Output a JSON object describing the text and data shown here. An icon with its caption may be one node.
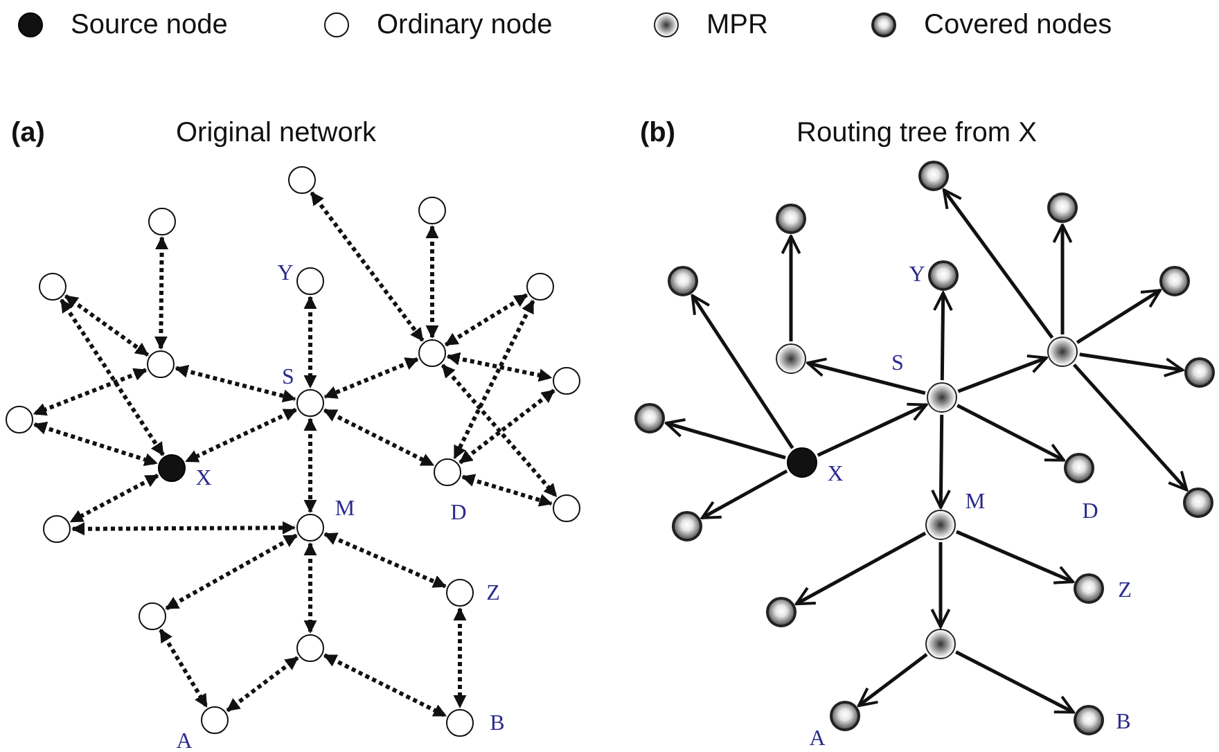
{
  "diagram": {
    "nodes": [
      {
        "text": [],
        "shape": "circle"
      },
      {
        "text": [],
        "shape": "circle"
      },
      {
        "text": [],
        "shape": "circle"
      },
      {
        "text": [],
        "shape": "circle",
        "beside": [
          "Y"
        ]
      },
      {
        "text": [],
        "shape": "circle"
      },
      {
        "text": [],
        "shape": "circle"
      },
      {
        "text": [],
        "shape": "circle"
      },
      {
        "text": [],
        "shape": "circle"
      },
      {
        "text": [],
        "shape": "circle",
        "beside": [
          "S"
        ]
      },
      {
        "text": [],
        "shape": "circle"
      },
      {
        "text": [],
        "shape": "circle"
      },
      {
        "text": [],
        "shape": "circle",
        "beside": [
          "X"
        ]
      },
      {
        "text": [],
        "shape": "circle",
        "beside": [
          "D"
        ]
      },
      {
        "text": [],
        "shape": "circle"
      },
      {
        "text": [],
        "shape": "circle",
        "beside": [
          "M"
        ]
      },
      {
        "text": [],
        "shape": "circle"
      },
      {
        "text": [],
        "shape": "circle",
        "beside": [
          "Z"
        ]
      },
      {
        "text": [],
        "shape": "circle"
      },
      {
        "text": [],
        "shape": "circle"
      },
      {
        "text": [],
        "shape": "circle",
        "beside": [
          "B"
        ]
      },
      {
        "text": [],
        "shape": "circle",
        "beside": [
          "A"
        ]
      },
      {
        "text": [],
        "shape": "circle"
      },
      {
        "text": [],
        "shape": "circle"
      },
      {
        "text": [],
        "shape": "circle"
      },
      {
        "text": [],
        "shape": "circle",
        "beside": [
          "Y"
        ]
      },
      {
        "text": [],
        "shape": "circle"
      },
      {
        "text": [],
        "shape": "circle"
      },
      {
        "text": [],
        "shape": "circle"
      },
      {
        "text": [],
        "shape": "circle"
      },
      {
        "text": [],
        "shape": "circle"
      },
      {
        "text": [],
        "shape": "circle",
        "beside": [
          "S"
        ]
      },
      {
        "text": [],
        "shape": "circle"
      },
      {
        "text": [],
        "shape": "circle",
        "beside": [
          "X"
        ]
      },
      {
        "text": [],
        "shape": "circle",
        "beside": [
          "D"
        ]
      },
      {
        "text": [],
        "shape": "circle"
      },
      {
        "text": [],
        "shape": "circle",
        "beside": [
          "M"
        ]
      },
      {
        "text": [],
        "shape": "circle"
      },
      {
        "text": [],
        "shape": "circle",
        "beside": [
          "Z"
        ]
      },
      {
        "text": [],
        "shape": "circle"
      },
      {
        "text": [],
        "shape": "circle"
      },
      {
        "text": [],
        "shape": "circle",
        "beside": [
          "B"
        ]
      },
      {
        "text": [],
        "shape": "circle",
        "beside": [
          "A"
        ]
      }
    ],
    "edges": [
      {
        "from": 0,
        "to": 7,
        "arrow": "both",
        "style": "dashed"
      },
      {
        "from": 1,
        "to": 7,
        "arrow": "both",
        "style": "dashed"
      },
      {
        "from": 2,
        "to": 6,
        "arrow": "both",
        "style": "dashed"
      },
      {
        "from": 3,
        "to": 8,
        "arrow": "both",
        "style": "dashed"
      },
      {
        "from": 4,
        "to": 6,
        "arrow": "both",
        "style": "dashed"
      },
      {
        "from": 4,
        "to": 11,
        "arrow": "both",
        "style": "dashed"
      },
      {
        "from": 5,
        "to": 7,
        "arrow": "both",
        "style": "dashed"
      },
      {
        "from": 5,
        "to": 12,
        "arrow": "both",
        "style": "dashed"
      },
      {
        "from": 6,
        "to": 8,
        "arrow": "both",
        "style": "dashed"
      },
      {
        "from": 6,
        "to": 10,
        "arrow": "both",
        "style": "dashed"
      },
      {
        "from": 7,
        "to": 8,
        "arrow": "both",
        "style": "dashed"
      },
      {
        "from": 7,
        "to": 9,
        "arrow": "both",
        "style": "dashed"
      },
      {
        "from": 7,
        "to": 13,
        "arrow": "both",
        "style": "dashed"
      },
      {
        "from": 9,
        "to": 12,
        "arrow": "both",
        "style": "dashed"
      },
      {
        "from": 8,
        "to": 12,
        "arrow": "both",
        "style": "dashed"
      },
      {
        "from": 8,
        "to": 11,
        "arrow": "both",
        "style": "dashed"
      },
      {
        "from": 8,
        "to": 14,
        "arrow": "both",
        "style": "dashed"
      },
      {
        "from": 10,
        "to": 11,
        "arrow": "both",
        "style": "dashed"
      },
      {
        "from": 11,
        "to": 15,
        "arrow": "both",
        "style": "dashed"
      },
      {
        "from": 15,
        "to": 14,
        "arrow": "both",
        "style": "dashed"
      },
      {
        "from": 14,
        "to": 17,
        "arrow": "both",
        "style": "dashed"
      },
      {
        "from": 14,
        "to": 16,
        "arrow": "both",
        "style": "dashed"
      },
      {
        "from": 14,
        "to": 18,
        "arrow": "both",
        "style": "dashed"
      },
      {
        "from": 17,
        "to": 20,
        "arrow": "both",
        "style": "dashed"
      },
      {
        "from": 18,
        "to": 20,
        "arrow": "both",
        "style": "dashed"
      },
      {
        "from": 18,
        "to": 19,
        "arrow": "both",
        "style": "dashed"
      },
      {
        "from": 16,
        "to": 19,
        "arrow": "both",
        "style": "dashed"
      },
      {
        "from": 12,
        "to": 13,
        "arrow": "both",
        "style": "dashed"
      },
      {
        "from": 32,
        "to": 25,
        "arrow": "to"
      },
      {
        "from": 32,
        "to": 31,
        "arrow": "to"
      },
      {
        "from": 32,
        "to": 36,
        "arrow": "to"
      },
      {
        "from": 32,
        "to": 30,
        "arrow": "to"
      },
      {
        "from": 30,
        "to": 28,
        "arrow": "to"
      },
      {
        "from": 30,
        "to": 24,
        "arrow": "to"
      },
      {
        "from": 30,
        "to": 27,
        "arrow": "to"
      },
      {
        "from": 30,
        "to": 33,
        "arrow": "to"
      },
      {
        "from": 30,
        "to": 35,
        "arrow": "to"
      },
      {
        "from": 28,
        "to": 23,
        "arrow": "to"
      },
      {
        "from": 27,
        "to": 21,
        "arrow": "to"
      },
      {
        "from": 27,
        "to": 22,
        "arrow": "to"
      },
      {
        "from": 27,
        "to": 26,
        "arrow": "to"
      },
      {
        "from": 27,
        "to": 29,
        "arrow": "to"
      },
      {
        "from": 27,
        "to": 34,
        "arrow": "to"
      },
      {
        "from": 35,
        "to": 38,
        "arrow": "to"
      },
      {
        "from": 35,
        "to": 37,
        "arrow": "to"
      },
      {
        "from": 35,
        "to": 39,
        "arrow": "to"
      },
      {
        "from": 39,
        "to": 41,
        "arrow": "to"
      },
      {
        "from": 39,
        "to": 40,
        "arrow": "to"
      }
    ],
    "labels": [
      "(a)",
      "Original network",
      "(b)",
      "Routing tree from X"
    ],
    "legend": [
      {
        "text": "Source node"
      },
      {
        "text": "Ordinary node"
      },
      {
        "text": "MPR"
      },
      {
        "text": "Covered nodes"
      }
    ]
  }
}
